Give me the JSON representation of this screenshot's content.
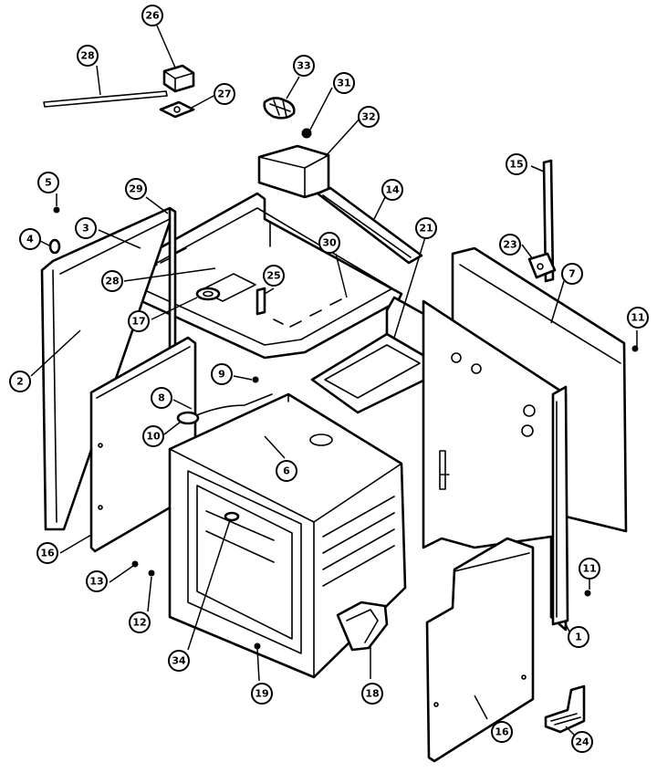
{
  "diagram": {
    "callouts": [
      {
        "label": "26"
      },
      {
        "label": "28"
      },
      {
        "label": "27"
      },
      {
        "label": "33"
      },
      {
        "label": "31"
      },
      {
        "label": "32"
      },
      {
        "label": "5"
      },
      {
        "label": "29"
      },
      {
        "label": "3"
      },
      {
        "label": "4"
      },
      {
        "label": "28"
      },
      {
        "label": "25"
      },
      {
        "label": "17"
      },
      {
        "label": "30"
      },
      {
        "label": "14"
      },
      {
        "label": "21"
      },
      {
        "label": "15"
      },
      {
        "label": "23"
      },
      {
        "label": "7"
      },
      {
        "label": "11"
      },
      {
        "label": "2"
      },
      {
        "label": "9"
      },
      {
        "label": "8"
      },
      {
        "label": "10"
      },
      {
        "label": "6"
      },
      {
        "label": "16"
      },
      {
        "label": "13"
      },
      {
        "label": "12"
      },
      {
        "label": "34"
      },
      {
        "label": "19"
      },
      {
        "label": "18"
      },
      {
        "label": "11"
      },
      {
        "label": "1"
      },
      {
        "label": "16"
      },
      {
        "label": "24"
      }
    ]
  }
}
